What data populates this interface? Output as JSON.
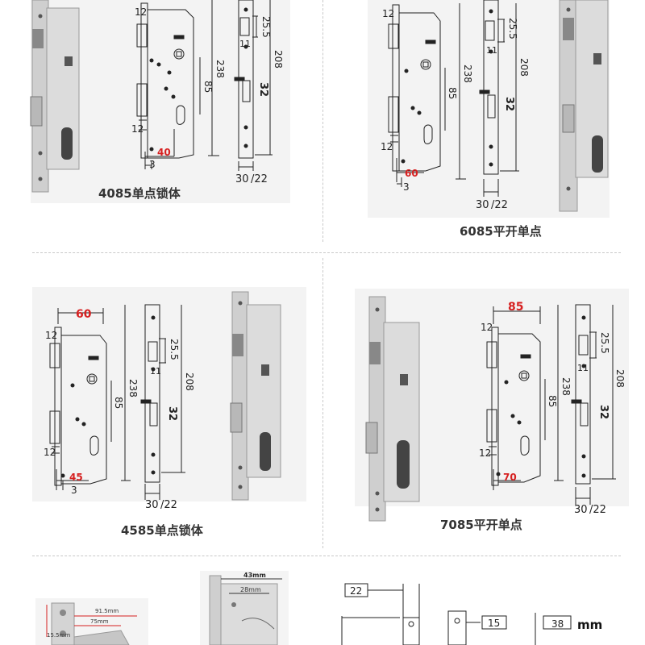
{
  "panels": [
    {
      "id": "4085",
      "caption": "4085单点锁体",
      "dims": {
        "top_latch": "12",
        "bottom_latch": "12",
        "backset": "40",
        "plate_offset": "3",
        "center": "85",
        "total": "238",
        "inner": "208",
        "gap": "25.5",
        "small": "11",
        "bolt": "32",
        "width": "30",
        "width_alt": "/22"
      }
    },
    {
      "id": "6085",
      "caption": "6085平开单点",
      "dims": {
        "top_latch": "12",
        "bottom_latch": "12",
        "backset": "60",
        "plate_offset": "3",
        "center": "85",
        "total": "238",
        "inner": "208",
        "gap": "25.5",
        "small": "11",
        "bolt": "32",
        "width": "30",
        "width_alt": "/22"
      }
    },
    {
      "id": "4585",
      "caption": "4585单点锁体",
      "dims": {
        "top_latch": "12",
        "bottom_latch": "12",
        "backset": "45",
        "top_width": "60",
        "plate_offset": "3",
        "center": "85",
        "total": "238",
        "inner": "208",
        "gap": "25.5",
        "small": "11",
        "bolt": "32",
        "width": "30",
        "width_alt": "/22"
      }
    },
    {
      "id": "7085",
      "caption": "7085平开单点",
      "dims": {
        "top_latch": "12",
        "bottom_latch": "12",
        "backset": "70",
        "top_width": "85",
        "center": "85",
        "total": "238",
        "inner": "208",
        "gap": "25.5",
        "small": "11",
        "bolt": "32",
        "width": "30",
        "width_alt": "/22"
      }
    }
  ],
  "bottom_row": {
    "photo1": {
      "dim_a": "91.5mm",
      "dim_b": "75mm",
      "dim_c": "15.5mm"
    },
    "photo2": {
      "dim_a": "43mm",
      "dim_b": "28mm"
    },
    "drawing": {
      "dim_a": "22",
      "dim_b": "15",
      "dim_c": "38",
      "unit": "mm"
    }
  },
  "colors": {
    "accent_red": "#d62020",
    "line": "#222222",
    "metal": "#c9c9c9",
    "panel_bg": "#f3f3f3"
  }
}
